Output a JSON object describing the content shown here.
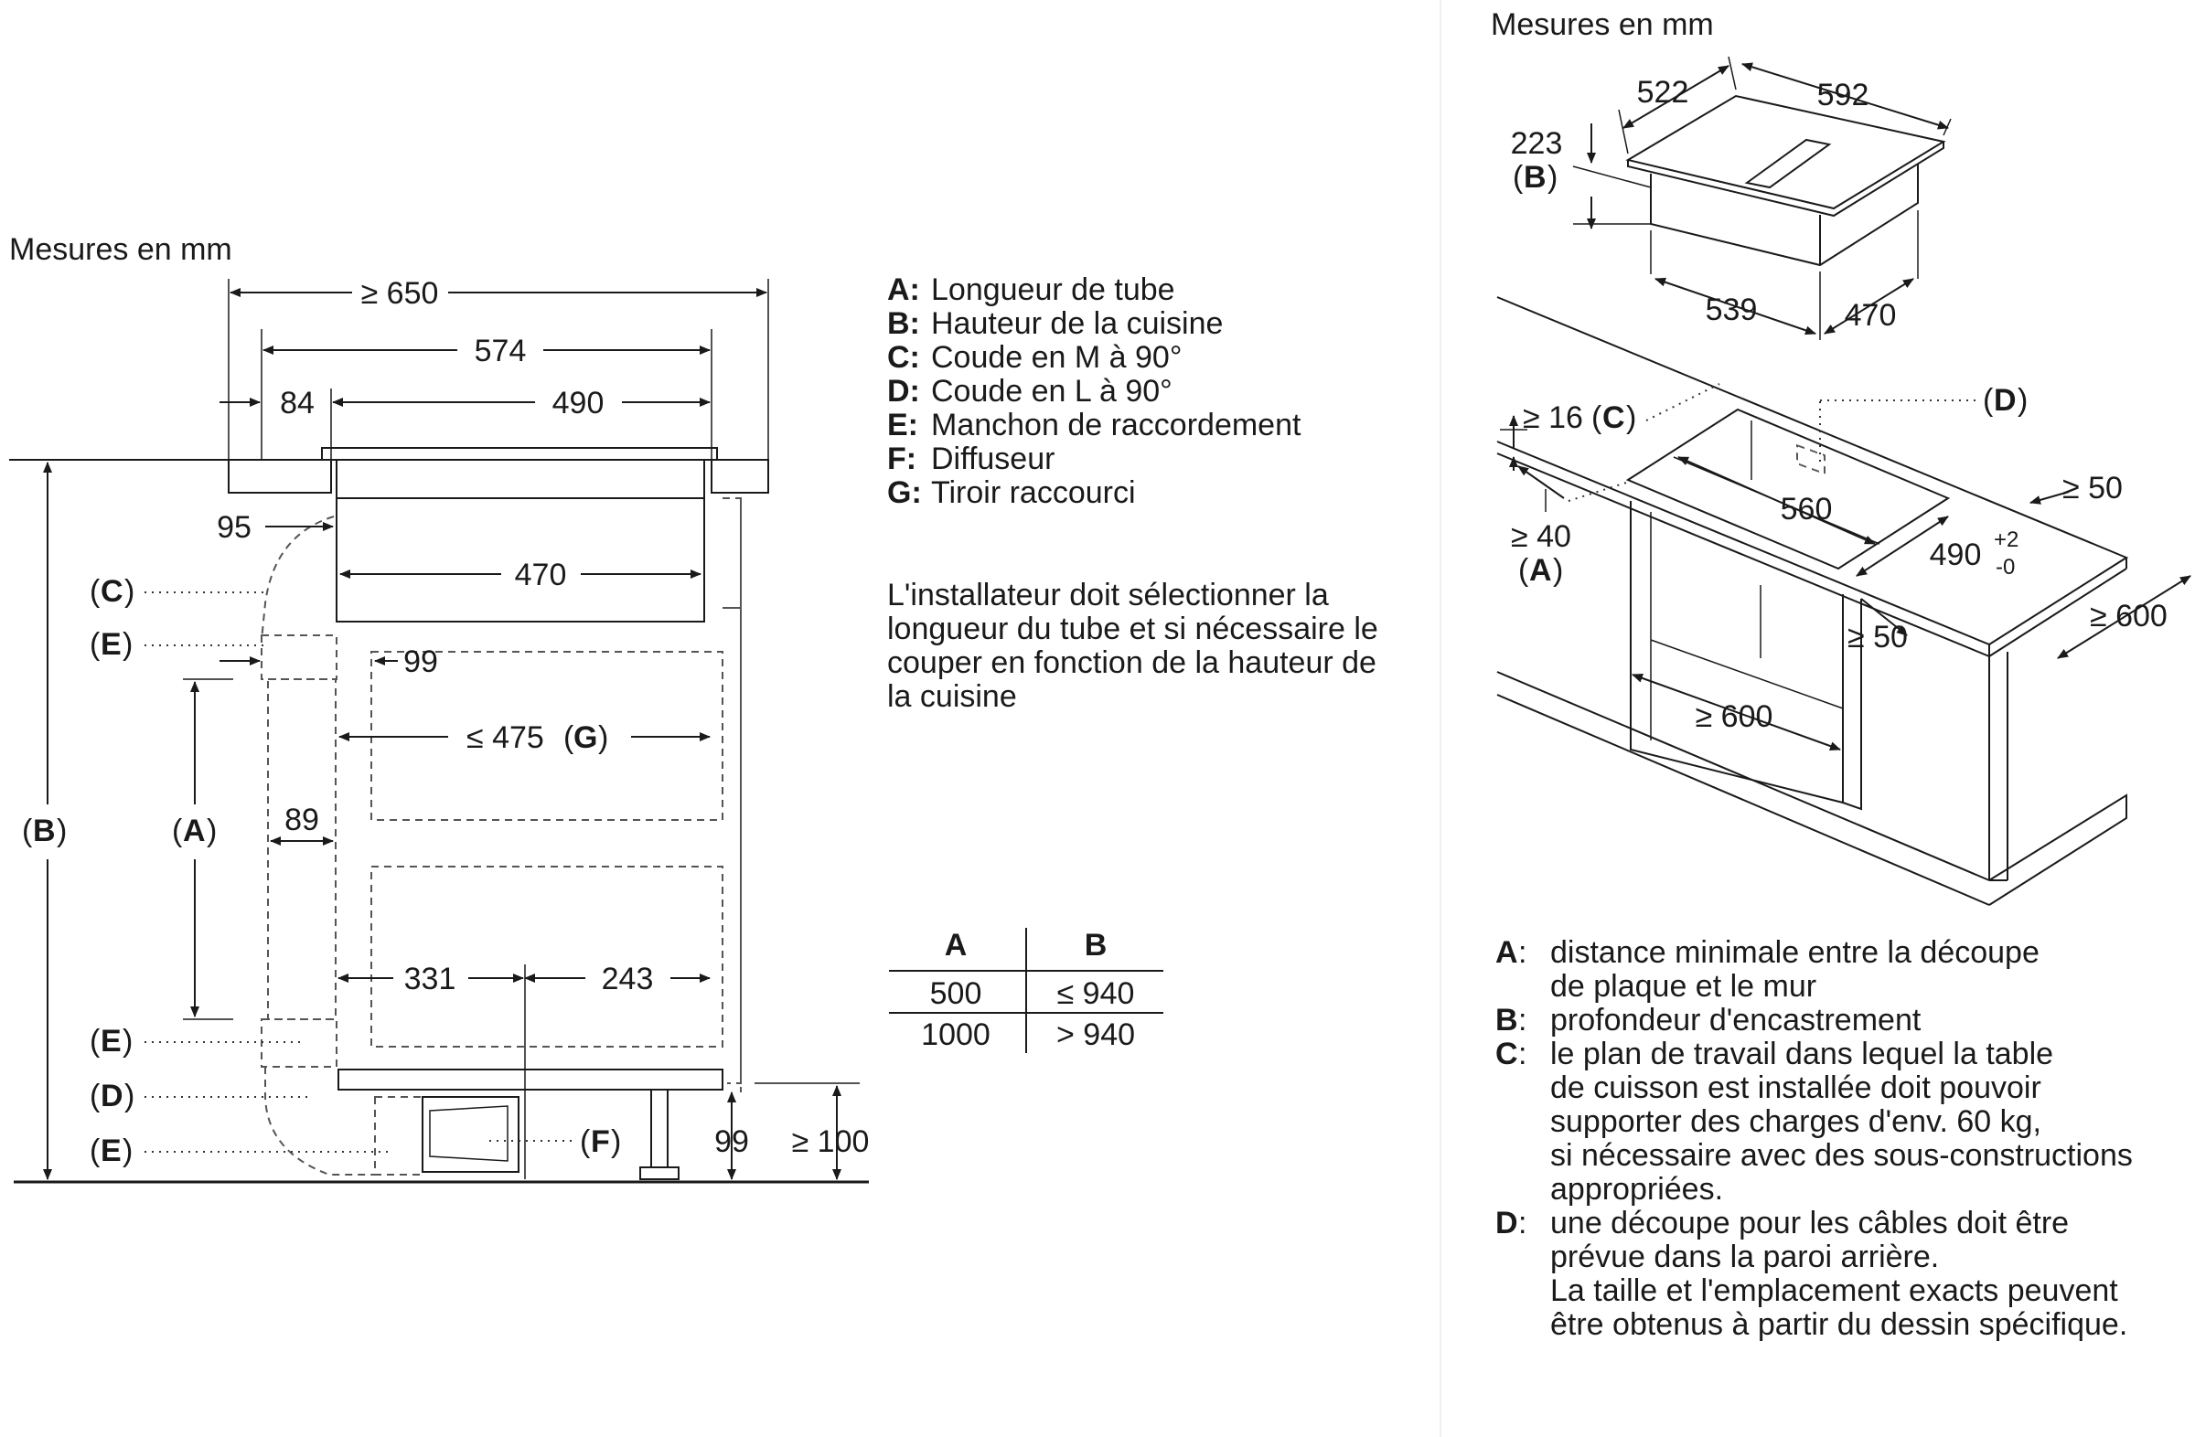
{
  "left": {
    "units": "Mesures en mm",
    "dims": {
      "w650": "≥ 650",
      "w574": "574",
      "w84": "84",
      "w490": "490",
      "w95": "95",
      "w470": "470",
      "w99a": "99",
      "w475": "≤ 475",
      "w89": "89",
      "w331": "331",
      "w243": "243",
      "h99": "99",
      "h100": "≥ 100"
    },
    "labels": {
      "B": "B",
      "A": "A",
      "C": "C",
      "E1": "E",
      "E2": "E",
      "D": "D",
      "E3": "E",
      "F": "F",
      "G": "G"
    }
  },
  "legend": [
    {
      "key": "A:",
      "text": "Longueur de tube"
    },
    {
      "key": "B:",
      "text": "Hauteur de la cuisine"
    },
    {
      "key": "C:",
      "text": "Coude en M à 90°"
    },
    {
      "key": "D:",
      "text": "Coude en L à 90°"
    },
    {
      "key": "E:",
      "text": "Manchon de raccordement"
    },
    {
      "key": "F:",
      "text": "Diffuseur"
    },
    {
      "key": "G:",
      "text": "Tiroir raccourci"
    }
  ],
  "note": [
    "L'installateur doit sélectionner la",
    "longueur du tube et si nécessaire le",
    "couper en fonction de la hauteur de",
    "la cuisine"
  ],
  "table": {
    "headers": [
      "A",
      "B"
    ],
    "rows": [
      [
        "500",
        "≤ 940"
      ],
      [
        "1000",
        "> 940"
      ]
    ]
  },
  "right": {
    "units": "Mesures en mm",
    "top_dims": {
      "d522": "522",
      "d592": "592",
      "d223": "223",
      "dB": "B",
      "d539": "539",
      "d470": "470"
    },
    "cut_dims": {
      "c16": "≥ 16",
      "cC": "C",
      "cD": "D",
      "c560": "560",
      "c490": "490",
      "c490sup": "+2",
      "c490sub": "-0",
      "c50a": "≥ 50",
      "c40": "≥ 40",
      "cA": "A",
      "c50b": "≥ 50",
      "c600a": "≥ 600",
      "c600b": "≥ 600"
    }
  },
  "notes_right": [
    {
      "key": "A",
      "lines": [
        "distance minimale entre la découpe",
        "de plaque et le mur"
      ]
    },
    {
      "key": "B",
      "lines": [
        "profondeur d'encastrement"
      ]
    },
    {
      "key": "C",
      "lines": [
        "le plan de travail dans lequel la table",
        "de cuisson est installée doit pouvoir",
        "supporter des charges d'env. 60 kg,",
        "si nécessaire avec des sous-constructions",
        "appropriées."
      ]
    },
    {
      "key": "D",
      "lines": [
        "une découpe pour les câbles doit être",
        "prévue dans la paroi arrière.",
        "La taille et l'emplacement exacts peuvent",
        "être obtenus à partir du dessin spécifique."
      ]
    }
  ]
}
